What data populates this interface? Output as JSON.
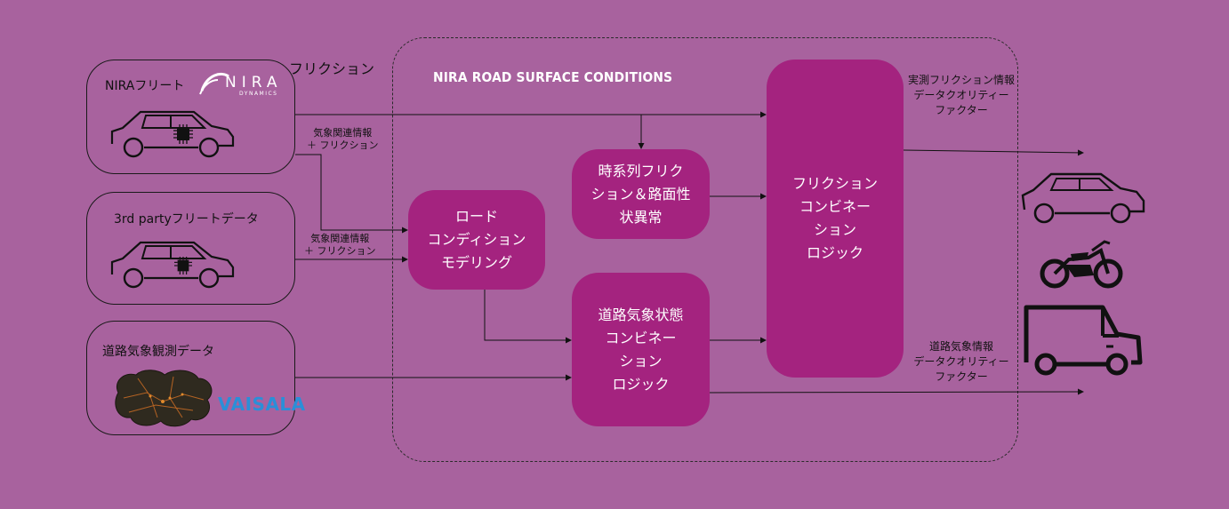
{
  "sources": {
    "nira_fleet": {
      "title": "NIRAフリート",
      "logo_text": "NIRA",
      "logo_subtext": "DYNAMICS"
    },
    "third_party": {
      "title": "3rd partyフリートデータ"
    },
    "road_weather": {
      "title": "道路気象観測データ",
      "logo_text": "VAISALA"
    }
  },
  "labels": {
    "friction_top": "フリクション",
    "weather_friction_1": "気象関連情報\n＋ フリクション",
    "weather_friction_2": "気象関連情報\n＋ フリクション"
  },
  "frame": {
    "title": "NIRA ROAD SURFACE CONDITIONS"
  },
  "process": {
    "road_modeling": "ロード\nコンディション\nモデリング",
    "time_series": "時系列フリク\nション＆路面性\n状異常",
    "weather_combo": "道路気象状態\nコンビネー\nション\nロジック",
    "friction_combo": "フリクション\nコンビネー\nション\nロジック"
  },
  "outputs": {
    "measured": "実測フリクション情報\nデータクオリティー\nファクター",
    "weather": "道路気象情報\nデータクオリティー\nファクター"
  },
  "icons": [
    "car-icon",
    "motorcycle-icon",
    "van-icon",
    "chip-icon",
    "map-icon"
  ],
  "colors": {
    "background": "#a8629e",
    "process_box": "#a4237f",
    "text_light": "#ffffff",
    "vaisala": "#2a8fd8"
  }
}
